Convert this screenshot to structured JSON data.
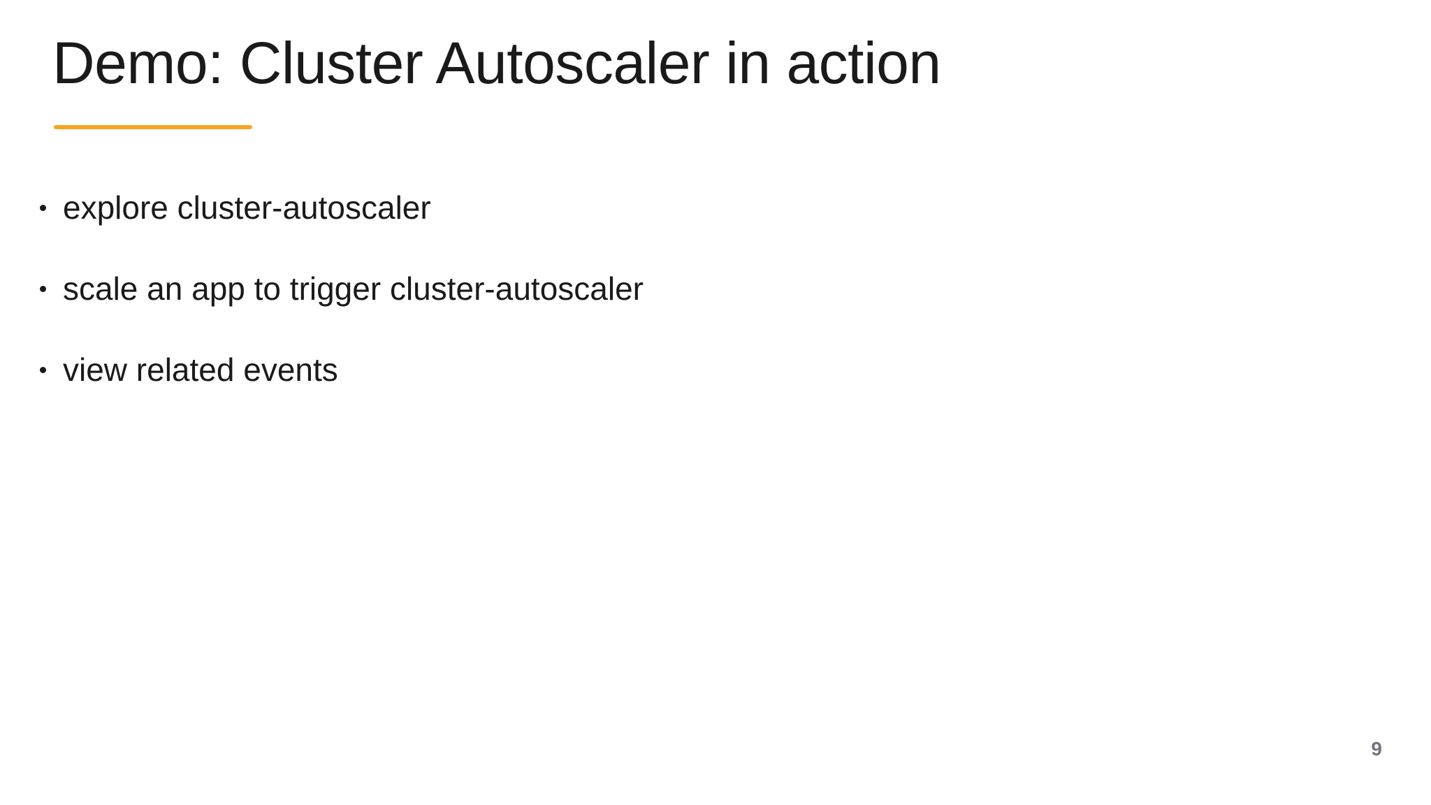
{
  "slide": {
    "title": "Demo: Cluster Autoscaler in action",
    "bullets": [
      "explore cluster-autoscaler",
      "scale an app to trigger cluster-autoscaler",
      "view related events"
    ],
    "page_number": "9",
    "colors": {
      "background": "#FFFFFF",
      "title_text": "#1A1A1A",
      "body_text": "#1A1A1A",
      "accent_underline": "#F5A623",
      "page_number": "#70747C"
    }
  }
}
